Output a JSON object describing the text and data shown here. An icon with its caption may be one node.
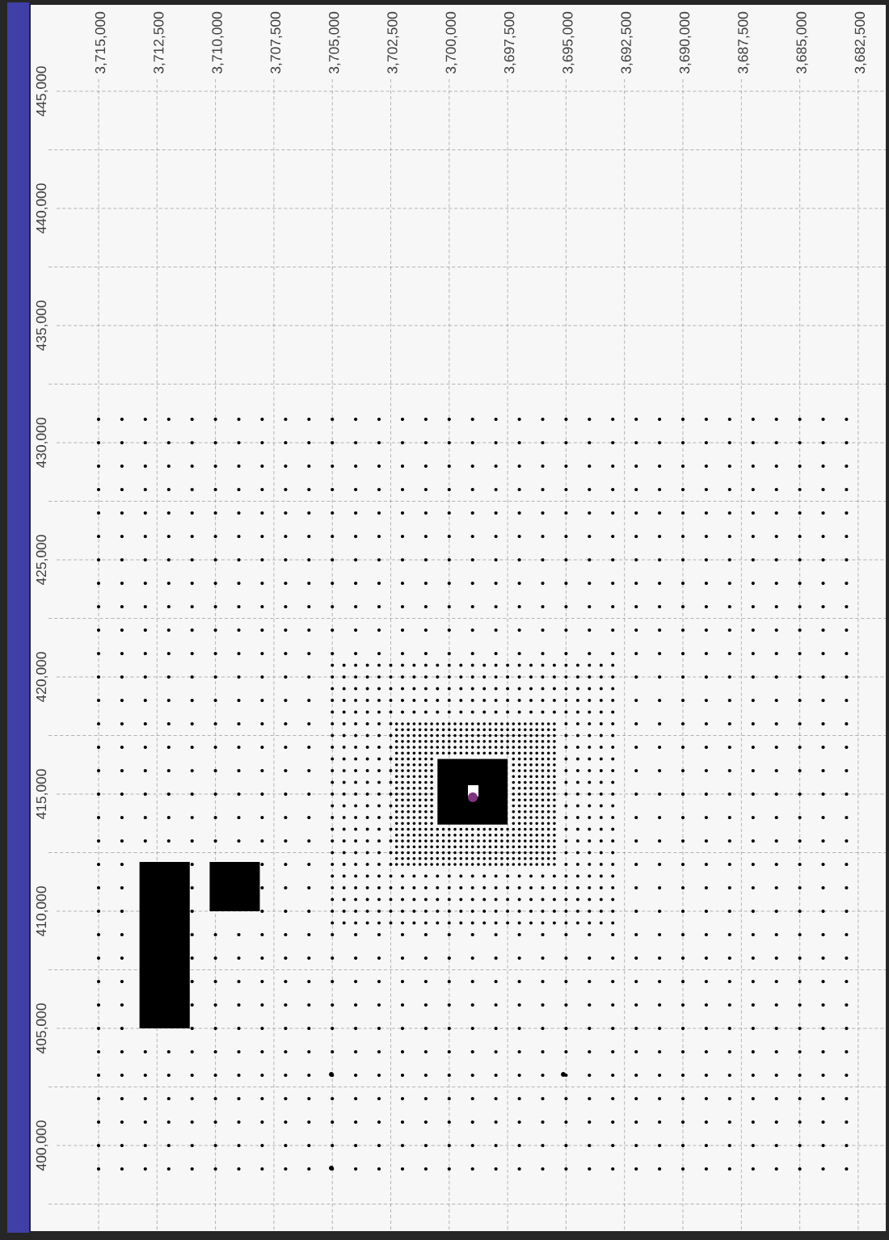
{
  "diagram": {
    "labels": [
      "3,715,000",
      "3,712,500",
      "3,710,000",
      "3,707,500",
      "3,705,000",
      "3,702,500",
      "3,700,000",
      "3,697,500",
      "3,695,000",
      "3,692,500",
      "3,690,000",
      "3,687,500",
      "3,685,000",
      "3,682,500",
      "445,000",
      "440,000",
      "435,000",
      "430,000",
      "425,000",
      "420,000",
      "415,000",
      "410,000",
      "405,000",
      "400,000"
    ]
  }
}
